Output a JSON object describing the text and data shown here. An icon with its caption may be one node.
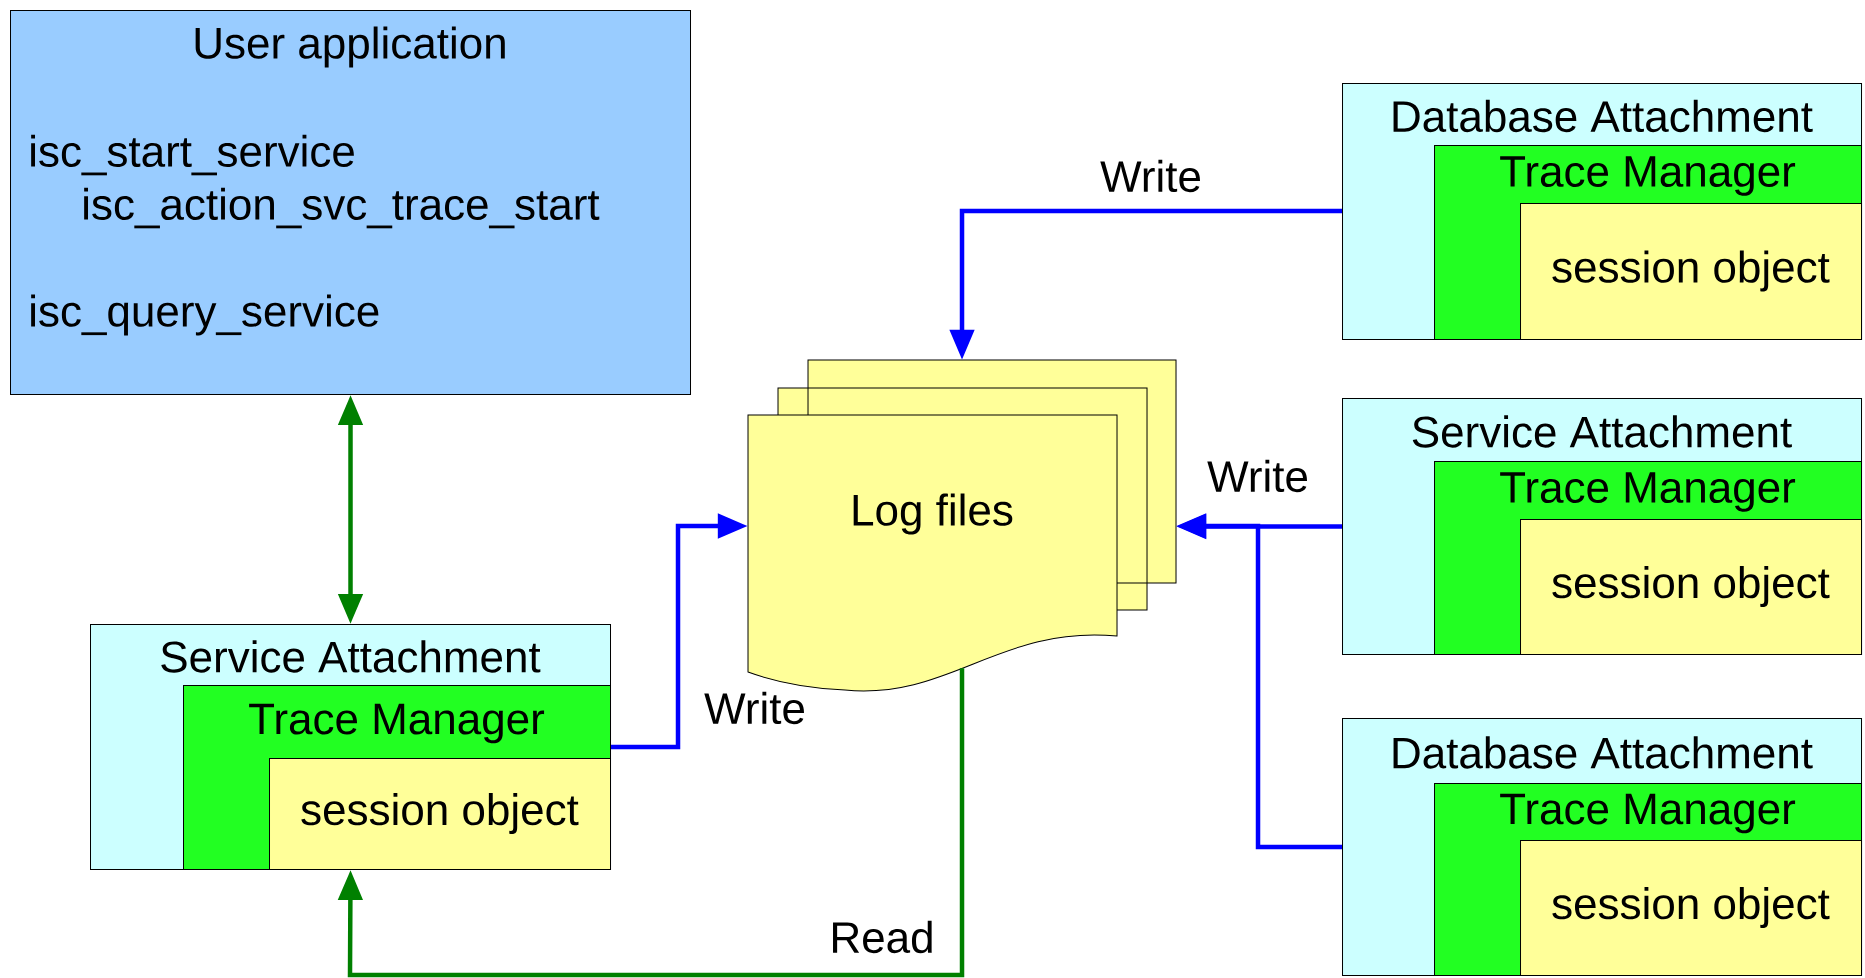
{
  "diagram": {
    "nodes": [
      {
        "text": [
          "User application",
          "isc_start_service",
          "isc_action_svc_trace_start",
          "isc_query_service"
        ]
      },
      {
        "text": [
          "Service Attachment"
        ]
      },
      {
        "text": [
          "Trace Manager"
        ],
        "in": 1
      },
      {
        "text": [
          "session object"
        ],
        "in": 2
      },
      {
        "text": [
          "Log files"
        ]
      },
      {
        "text": [
          "Database Attachment"
        ]
      },
      {
        "text": [
          "Trace Manager"
        ],
        "in": 5
      },
      {
        "text": [
          "session object"
        ],
        "in": 6
      },
      {
        "text": [
          "Service Attachment"
        ]
      },
      {
        "text": [
          "Trace Manager"
        ],
        "in": 8
      },
      {
        "text": [
          "session object"
        ],
        "in": 9
      },
      {
        "text": [
          "Database Attachment"
        ]
      },
      {
        "text": [
          "Trace Manager"
        ],
        "in": 11
      },
      {
        "text": [
          "session object"
        ],
        "in": 12
      }
    ],
    "edges": [
      {
        "from": 0,
        "to": 1,
        "arrow": "both",
        "color": "#008000"
      },
      {
        "from": 2,
        "to": 4,
        "arrow": "to",
        "label": "Write"
      },
      {
        "from": 5,
        "to": 4,
        "arrow": "to",
        "label": "Write"
      },
      {
        "from": 8,
        "to": 4,
        "arrow": "to",
        "label": "Write"
      },
      {
        "from": 11,
        "to": 4,
        "arrow": "to"
      },
      {
        "from": 4,
        "to": 1,
        "arrow": "to",
        "label": "Read",
        "color": "#008000"
      }
    ]
  }
}
